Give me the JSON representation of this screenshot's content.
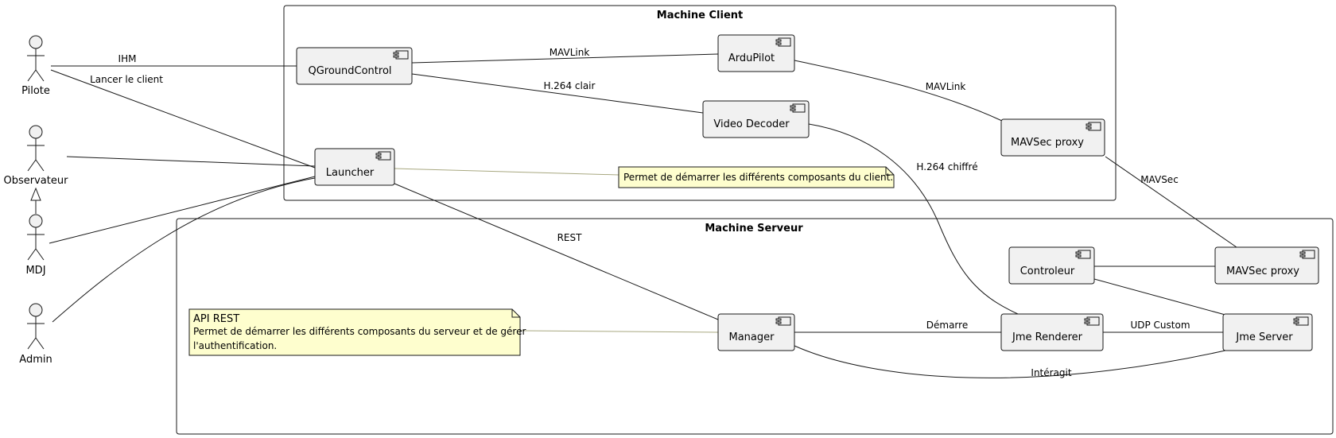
{
  "packages": {
    "client": {
      "title": "Machine Client"
    },
    "server": {
      "title": "Machine Serveur"
    }
  },
  "actors": {
    "pilote": "Pilote",
    "observateur": "Observateur",
    "mdj": "MDJ",
    "admin": "Admin"
  },
  "components": {
    "qgroundcontrol": "QGroundControl",
    "ardupilot": "ArduPilot",
    "video_decoder": "Video Decoder",
    "mavsec_proxy_client": "MAVSec proxy",
    "launcher": "Launcher",
    "controleur": "Controleur",
    "mavsec_proxy_server": "MAVSec proxy",
    "manager": "Manager",
    "jme_renderer": "Jme Renderer",
    "jme_server": "Jme Server"
  },
  "links": {
    "ihm": "IHM",
    "lancer_client": "Lancer le client",
    "mavlink_1": "MAVLink",
    "h264_clair": "H.264 clair",
    "mavlink_2": "MAVLink",
    "h264_chiffre": "H.264 chiffré",
    "mavsec": "MAVSec",
    "rest": "REST",
    "demarre": "Démarre",
    "udp_custom": "UDP Custom",
    "interagit": "Intéragit"
  },
  "notes": {
    "launcher_note": "Permet de démarrer les différents composants du client.",
    "api_title": "API REST",
    "api_line1": "Permet de démarrer les différents composants du serveur et de gérer",
    "api_line2": "l'authentification."
  },
  "colors": {
    "component_fill": "#F1F1F1",
    "note_fill": "#FEFECE",
    "stroke": "#181818",
    "note_stroke": "#A8A880"
  }
}
